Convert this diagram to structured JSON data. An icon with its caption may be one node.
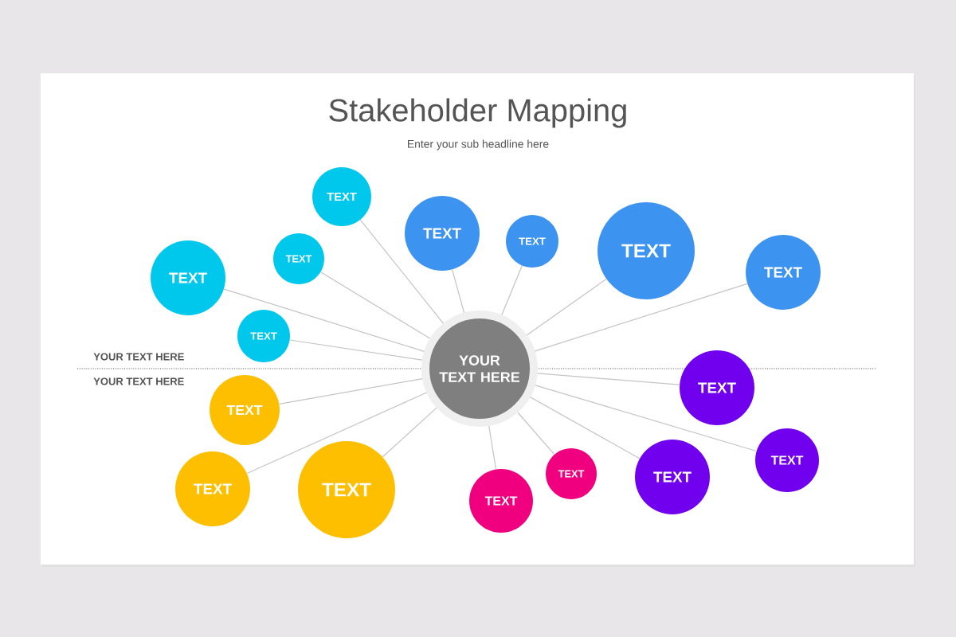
{
  "diagram": {
    "title": "Stakeholder Mapping",
    "nodes": [
      {
        "text": [
          "YOUR TEXT HERE"
        ]
      },
      {
        "text": [
          "TEXT"
        ]
      },
      {
        "text": [
          "TEXT"
        ]
      },
      {
        "text": [
          "TEXT"
        ]
      },
      {
        "text": [
          "TEXT"
        ]
      },
      {
        "text": [
          "TEXT"
        ]
      },
      {
        "text": [
          "TEXT"
        ]
      },
      {
        "text": [
          "TEXT"
        ]
      },
      {
        "text": [
          "TEXT"
        ]
      },
      {
        "text": [
          "TEXT"
        ]
      },
      {
        "text": [
          "TEXT"
        ]
      },
      {
        "text": [
          "TEXT"
        ]
      },
      {
        "text": [
          "TEXT"
        ]
      },
      {
        "text": [
          "TEXT"
        ]
      },
      {
        "text": [
          "TEXT"
        ]
      },
      {
        "text": [
          "TEXT"
        ]
      },
      {
        "text": [
          "TEXT"
        ]
      }
    ],
    "edges": [
      {
        "from": 0,
        "to": 1,
        "arrow": "none"
      },
      {
        "from": 0,
        "to": 2,
        "arrow": "none"
      },
      {
        "from": 0,
        "to": 3,
        "arrow": "none"
      },
      {
        "from": 0,
        "to": 4,
        "arrow": "none"
      },
      {
        "from": 0,
        "to": 5,
        "arrow": "none"
      },
      {
        "from": 0,
        "to": 6,
        "arrow": "none"
      },
      {
        "from": 0,
        "to": 7,
        "arrow": "none"
      },
      {
        "from": 0,
        "to": 8,
        "arrow": "none"
      },
      {
        "from": 0,
        "to": 9,
        "arrow": "none"
      },
      {
        "from": 0,
        "to": 10,
        "arrow": "none"
      },
      {
        "from": 0,
        "to": 11,
        "arrow": "none"
      },
      {
        "from": 0,
        "to": 12,
        "arrow": "none"
      },
      {
        "from": 0,
        "to": 13,
        "arrow": "none"
      },
      {
        "from": 0,
        "to": 14,
        "arrow": "none"
      },
      {
        "from": 0,
        "to": 15,
        "arrow": "none"
      },
      {
        "from": 0,
        "to": 16,
        "arrow": "none"
      }
    ],
    "labels": [
      "Enter your sub headline here",
      "YOUR TEXT HERE",
      "YOUR TEXT HERE"
    ]
  }
}
